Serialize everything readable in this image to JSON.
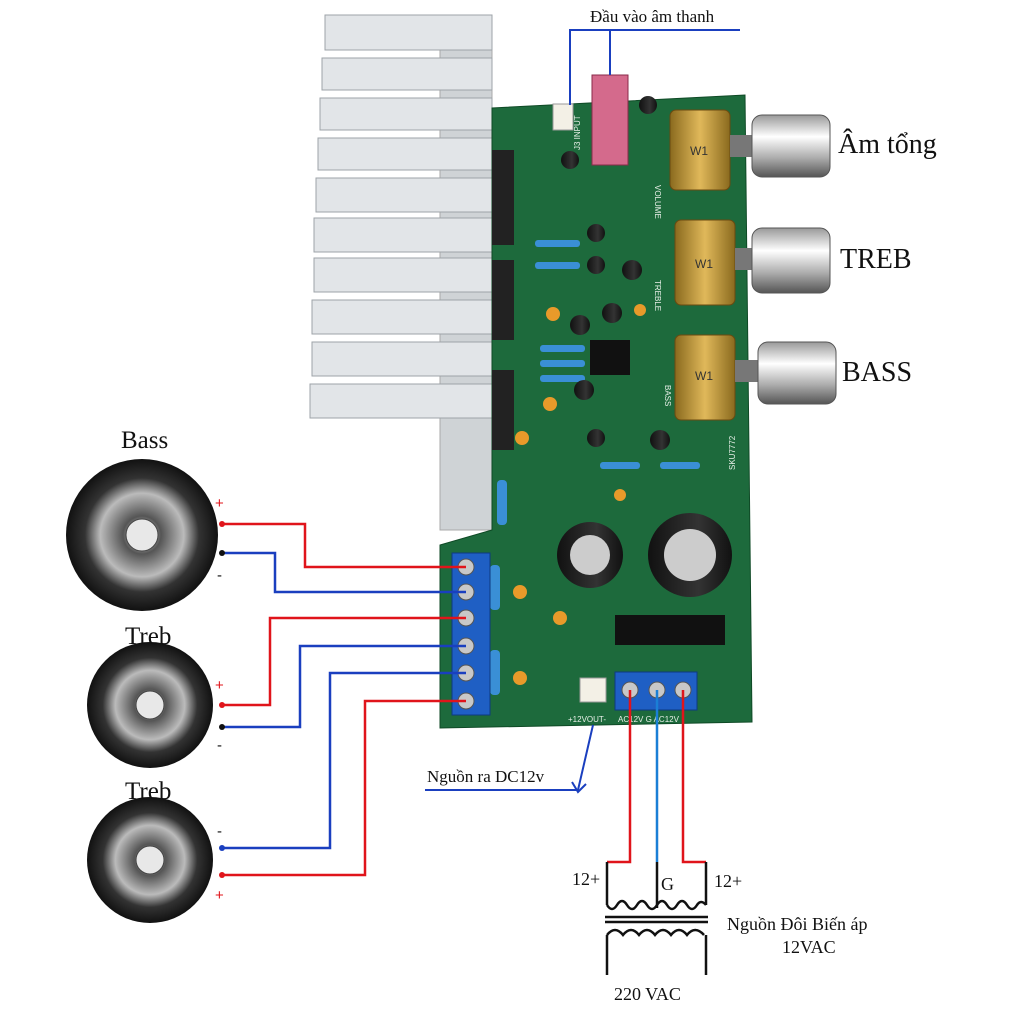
{
  "labels": {
    "audio_input": "Đầu vào âm thanh",
    "volume_knob": "Âm tổng",
    "treble_knob": "TREB",
    "bass_knob": "BASS",
    "speaker_bass": "Bass",
    "speaker_treb_1": "Treb",
    "speaker_treb_2": "Treb",
    "dc_out": "Nguồn ra DC12v",
    "tap_left": "12+",
    "tap_center": "G",
    "tap_right": "12+",
    "transformer_title": "Nguồn Đôi Biến áp",
    "transformer_voltage": "12VAC",
    "mains": "220 VAC",
    "plus": "+",
    "minus": "-"
  },
  "pcb_silkscreen": {
    "volume": "VOLUME",
    "treble": "TREBLE",
    "bass": "BASS",
    "sku": "SKU7772",
    "dc_out": "+12VOUT-",
    "power": "AC12V G AC12V",
    "input": "J3 INPUT",
    "knob_marking": "W1"
  },
  "colors": {
    "positive_wire": "#e0141b",
    "negative_wire": "#1a3fbf",
    "pcb": "#1d6a3c",
    "terminal": "#1f5fc4",
    "heatsink": "#d9dcdf"
  }
}
